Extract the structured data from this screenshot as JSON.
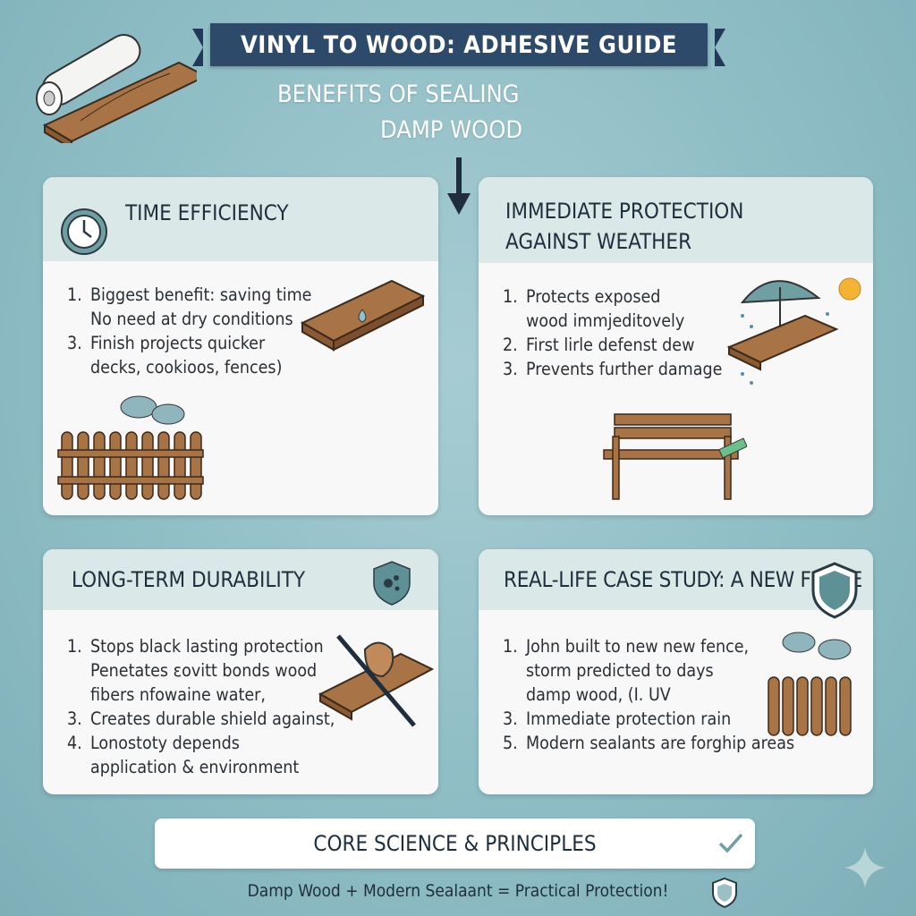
{
  "title": "VINYL TO WOOD: ADHESIVE GUIDE",
  "subtitle": {
    "line1": "BENEFITS OF SEALING",
    "line2": "DAMP WOOD"
  },
  "cards": [
    {
      "title": "TIME EFFICIENCY",
      "icon": "clock-icon",
      "items": [
        {
          "num": "1.",
          "text": "Biggest benefit: saving time"
        },
        {
          "num": "",
          "text": "No need at dry conditions"
        },
        {
          "num": "3.",
          "text": "Finish projects quicker"
        },
        {
          "num": "",
          "text": "decks, cookioos, fences)"
        }
      ]
    },
    {
      "title_line1": "IMMEDIATE PROTECTION",
      "title_line2": "AGAINST WEATHER",
      "items": [
        {
          "num": "1.",
          "text": "Protects exposed"
        },
        {
          "num": "",
          "text": "wood immjeditovely"
        },
        {
          "num": "2.",
          "text": "First lirle defenst dew"
        },
        {
          "num": "3.",
          "text": "Prevents further damage"
        }
      ]
    },
    {
      "title": "LONG-TERM DURABILITY",
      "icon": "shield-icon",
      "items": [
        {
          "num": "1.",
          "text": "Stops black lasting protection"
        },
        {
          "num": "",
          "text": "Penetates εovitt bonds wood"
        },
        {
          "num": "",
          "text": "fibers nfowaine water,"
        },
        {
          "num": "3.",
          "text": "Creates durable shield against,"
        },
        {
          "num": "4.",
          "text": "Lonostoty depends"
        },
        {
          "num": "",
          "text": "application & environment"
        }
      ]
    },
    {
      "title": "REAL-LIFE CASE STUDY: A NEW FENCE",
      "icon": "shield-icon",
      "items": [
        {
          "num": "1.",
          "text": "John built to new new fence,"
        },
        {
          "num": "",
          "text": "storm predicted to days"
        },
        {
          "num": "",
          "text": "damp wood,   (I. UV"
        },
        {
          "num": "3.",
          "text": "Immediate protection rain"
        },
        {
          "num": "5.",
          "text": "Modern sealants are forghip areas"
        }
      ]
    }
  ],
  "bottom_bar": {
    "label": "CORE SCIENCE & PRINCIPLES",
    "icon": "check-icon"
  },
  "footer": "Damp Wood + Modern Sealaant = Practical Protection!",
  "colors": {
    "banner": "#2d4a6b",
    "background": "#8dbcc4",
    "card_header": "#dbe8e8",
    "wood": "#a87446"
  }
}
